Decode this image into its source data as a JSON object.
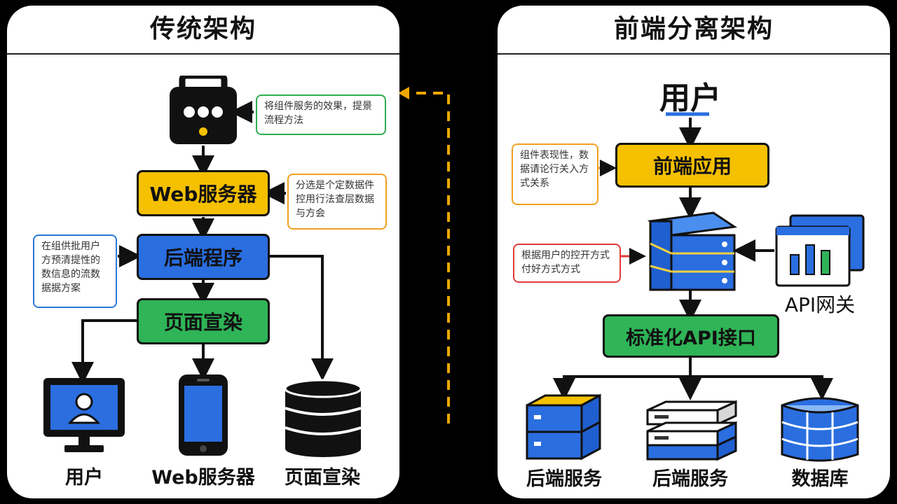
{
  "left": {
    "title": "传统架构",
    "web_server": "Web服务器",
    "backend": "后端程序",
    "render": "页面宣染",
    "notes": {
      "top": "将组件服务的效果，提景流程方法",
      "web": "分选是个定数据件控用行法查层数据与方会",
      "backend": "在组供批用户方预清提性的数信息的流数据据方案"
    },
    "outputs": [
      "用户",
      "Web服务器",
      "页面宣染"
    ]
  },
  "right": {
    "title": "前端分离架构",
    "user": "用户",
    "frontend_app": "前端应用",
    "api_interface": "标准化API接口",
    "gateway_label": "API网关",
    "notes": {
      "frontend": "组件表现性，数据请论行关入方式关系",
      "server": "根据用户的控开方式付好方式方式"
    },
    "outputs": [
      "后端服务",
      "后端服务",
      "数据库"
    ]
  },
  "colors": {
    "yellow": "#f5c000",
    "blue": "#2a6ee0",
    "green": "#2fb457",
    "note_green": "#2eae4e",
    "note_orange": "#f0a020",
    "note_blue": "#2a78d8",
    "note_red": "#e03a3a",
    "dashed_arrow": "#f0a800"
  }
}
